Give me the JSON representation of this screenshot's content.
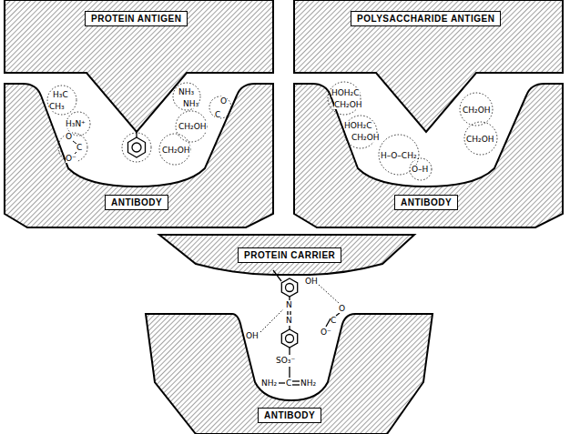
{
  "diagram": {
    "nodes": [
      {
        "text": [
          "PROTEIN ANTIGEN"
        ]
      },
      {
        "text": [
          "ANTIBODY"
        ]
      },
      {
        "text": [
          "POLYSACCHARIDE ANTIGEN"
        ]
      },
      {
        "text": [
          "ANTIBODY"
        ]
      },
      {
        "text": [
          "PROTEIN CARRIER"
        ]
      },
      {
        "text": [
          "ANTIBODY"
        ]
      }
    ],
    "labels": [
      "H₃C",
      "CH₃",
      "H₃N⁺",
      "O",
      "C",
      "O⁻",
      "NH₃",
      "NH₃",
      "O",
      "C",
      "CH₂OH",
      "CH₂OH",
      "HOH₂C",
      "CH₂OH",
      "HOH₂C",
      "CH₂OH",
      "H–O–CH₂",
      "O–H",
      "CH₂OH",
      "CH₂OH",
      "OH",
      "N",
      "N",
      "SO₃⁻",
      "OH",
      "O",
      "C",
      "O⁻",
      "NH₂",
      "C",
      "NH₂"
    ]
  }
}
